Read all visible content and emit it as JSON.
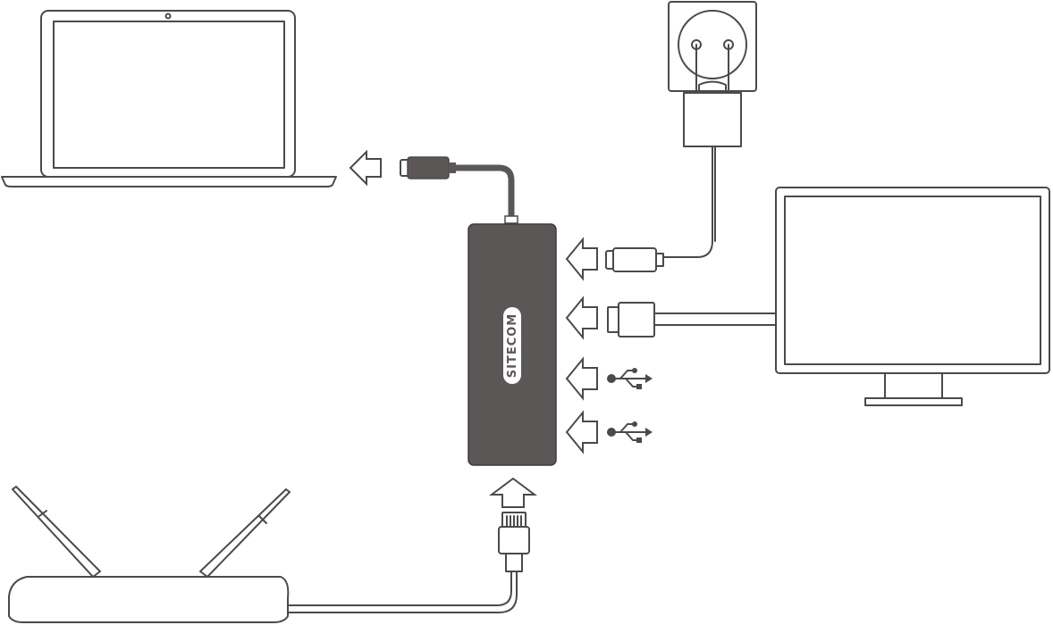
{
  "hub": {
    "brand": "SITECOM",
    "body_color": "#5b5757",
    "label_color": "#ffffff"
  },
  "colors": {
    "stroke": "#4a4a4a",
    "cable_dark": "#5b5757",
    "background": "#ffffff"
  },
  "icons": {
    "usb_a_port_1": "usb-symbol",
    "usb_a_port_2": "usb-symbol"
  }
}
